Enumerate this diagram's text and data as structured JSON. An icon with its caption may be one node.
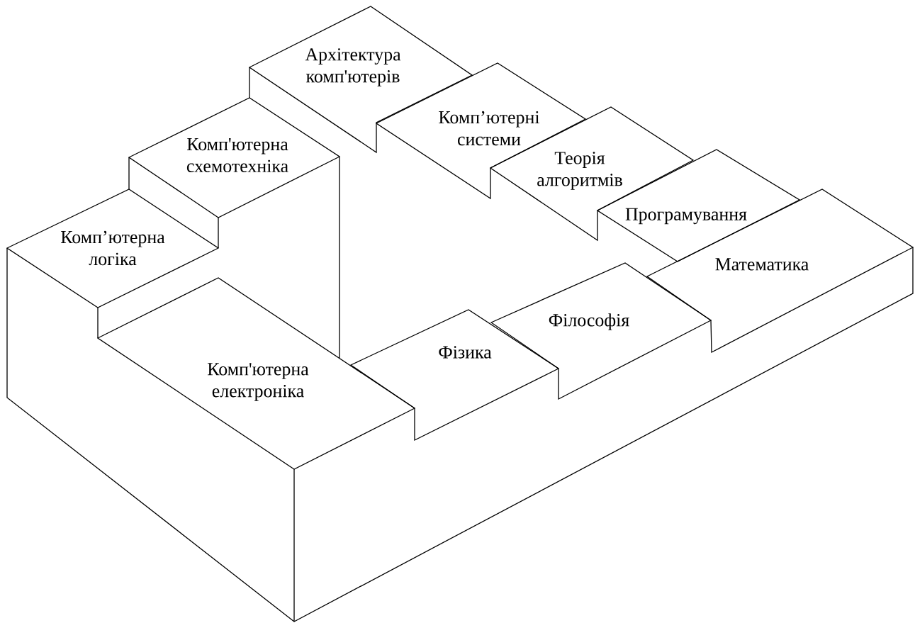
{
  "diagram": {
    "nodes": [
      {
        "text": [
          "Архітектура комп'ютерів"
        ]
      },
      {
        "text": [
          "Комп'ютерна схемотехніка"
        ]
      },
      {
        "text": [
          "Комп’ютерні системи"
        ]
      },
      {
        "text": [
          "Теорія алгоритмів"
        ]
      },
      {
        "text": [
          "Програмування"
        ]
      },
      {
        "text": [
          "Комп’ютерна логіка"
        ]
      },
      {
        "text": [
          "Математика"
        ]
      },
      {
        "text": [
          "Філософія"
        ]
      },
      {
        "text": [
          "Фізика"
        ]
      },
      {
        "text": [
          "Комп'ютерна електроніка"
        ]
      }
    ]
  }
}
